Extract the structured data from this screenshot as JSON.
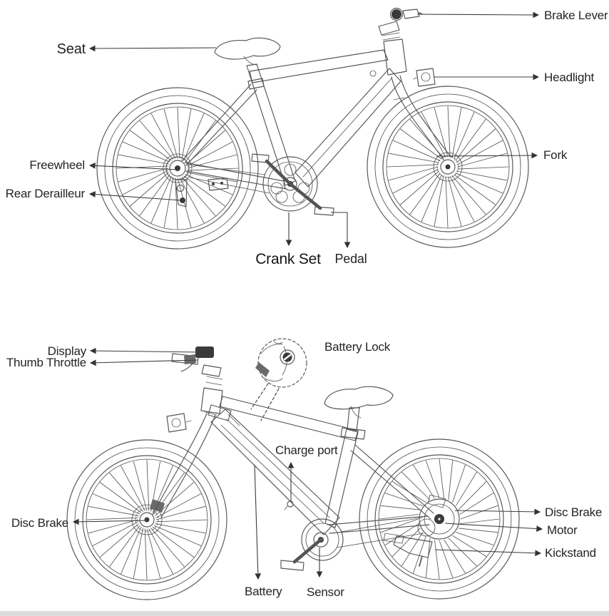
{
  "page": {
    "background": "#ffffff",
    "bottom_edge_shade": "#b8b8b8"
  },
  "diagram": {
    "subject": "electric-bicycle-parts-diagram",
    "views": [
      "side-view-facing-right",
      "side-view-facing-left"
    ],
    "colors": {
      "artwork_line": "#555555",
      "leader_line": "#3c3c3c",
      "label_text": "#242424",
      "dark_fill": "#3a3a3a"
    },
    "top_view": {
      "labels": {
        "seat": "Seat",
        "brake_lever": "Brake Lever",
        "headlight": "Headlight",
        "fork": "Fork",
        "freewheel": "Freewheel",
        "rear_derailleur": "Rear Derailleur",
        "crank_set": "Crank Set",
        "pedal": "Pedal"
      }
    },
    "bottom_view": {
      "labels": {
        "display": "Display",
        "thumb_throttle": "Thumb Throttle",
        "battery_lock": "Battery Lock",
        "charge_port": "Charge port",
        "disc_brake_front": "Disc Brake",
        "disc_brake_rear": "Disc Brake",
        "motor": "Motor",
        "kickstand": "Kickstand",
        "battery": "Battery",
        "sensor": "Sensor"
      }
    }
  }
}
